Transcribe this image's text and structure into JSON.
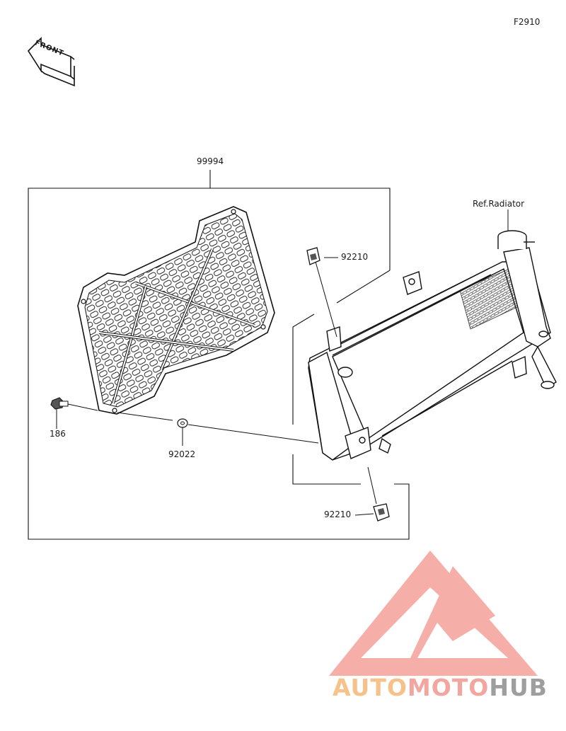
{
  "figure_code": "F2910",
  "front_label": "FRONT",
  "ref_label": "Ref.Radiator",
  "parts": {
    "kit": "99994",
    "clip_upper": "92210",
    "clip_lower": "92210",
    "bolt": "186",
    "washer": "92022"
  },
  "watermark": {
    "part1": "AUTO",
    "part2": "MOTO",
    "part3": "HUB",
    "colors": {
      "auto": "#f6c28a",
      "moto": "#f3a69f",
      "hub": "#9e9e9e",
      "logo": "#f4a09a"
    }
  }
}
